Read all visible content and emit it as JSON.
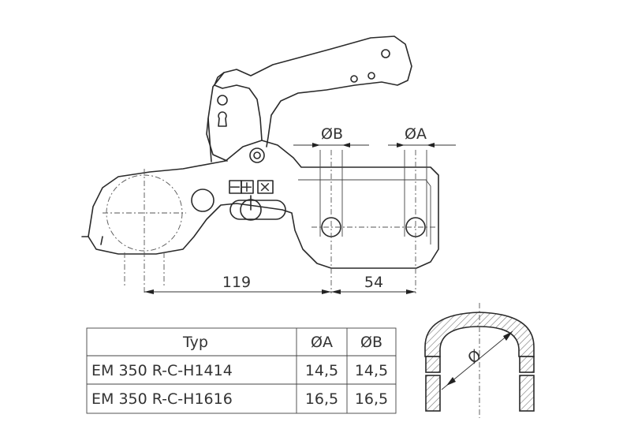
{
  "dimensions": {
    "dia_b": "ØB",
    "dia_a": "ØA",
    "len_119": "119",
    "len_54": "54",
    "bolt_dia": "Ø"
  },
  "label_symbols": {
    "minus": "−",
    "plus": "+",
    "cross": "×"
  },
  "table": {
    "headers": [
      "Typ",
      "ØA",
      "ØB"
    ],
    "rows": [
      [
        "EM 350 R-C-H1414",
        "14,5",
        "14,5"
      ],
      [
        "EM 350 R-C-H1616",
        "16,5",
        "16,5"
      ]
    ]
  }
}
